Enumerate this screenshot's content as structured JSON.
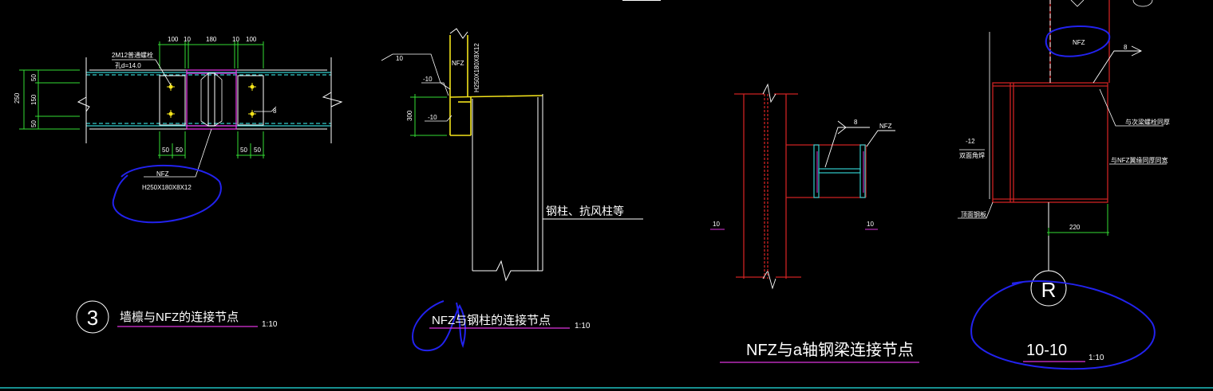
{
  "colors": {
    "background": "#000000",
    "green": "#33dd33",
    "cyan": "#33cccc",
    "magenta": "#dd33dd",
    "yellow": "#f4e41b",
    "red": "#cc2222",
    "white": "#ffffff",
    "markup_blue": "#2222ee",
    "bottom_line": "#1fbfbf"
  },
  "detail1": {
    "callout_number": "3",
    "title": "墙檩与NFZ的连接节点",
    "scale": "1:10",
    "dims_top": [
      "100",
      "10",
      "180",
      "10",
      "100"
    ],
    "dims_left": [
      "50",
      "150",
      "50"
    ],
    "dim_total": "250",
    "dims_bottom_left": [
      "50",
      "50"
    ],
    "dims_bottom_right": [
      "50",
      "50"
    ],
    "bolt_label_1": "2M12普通螺栓",
    "bolt_label_2": "孔d=14.0",
    "weld_size": "8",
    "member_name": "NFZ",
    "member_size": "H250X180X8X12"
  },
  "detail2": {
    "title": "NFZ与钢柱的连接节点",
    "scale": "1:10",
    "member_name": "NFZ",
    "member_size": "H250X180X8X12",
    "plate_top": "10",
    "plate_mid": "-10",
    "plate_low": "-10",
    "dim_height": "300",
    "column_label": "钢柱、抗风柱等"
  },
  "detail3": {
    "title": "NFZ与a轴钢梁连接节点",
    "weld_size": "8",
    "member_name": "NFZ",
    "left_stiffener": "10",
    "right_stiffener": "10"
  },
  "detail4": {
    "section_mark": "R",
    "title": "10-10",
    "scale": "1:10",
    "member_name": "NFZ",
    "weld_size": "8",
    "plate": "-12",
    "plate_note": "双面角焊",
    "note_1": "与次梁螺栓同厚",
    "note_2": "与NFZ翼缘同厚同宽",
    "note_3": "顶面钢板",
    "dim_width": "220"
  }
}
